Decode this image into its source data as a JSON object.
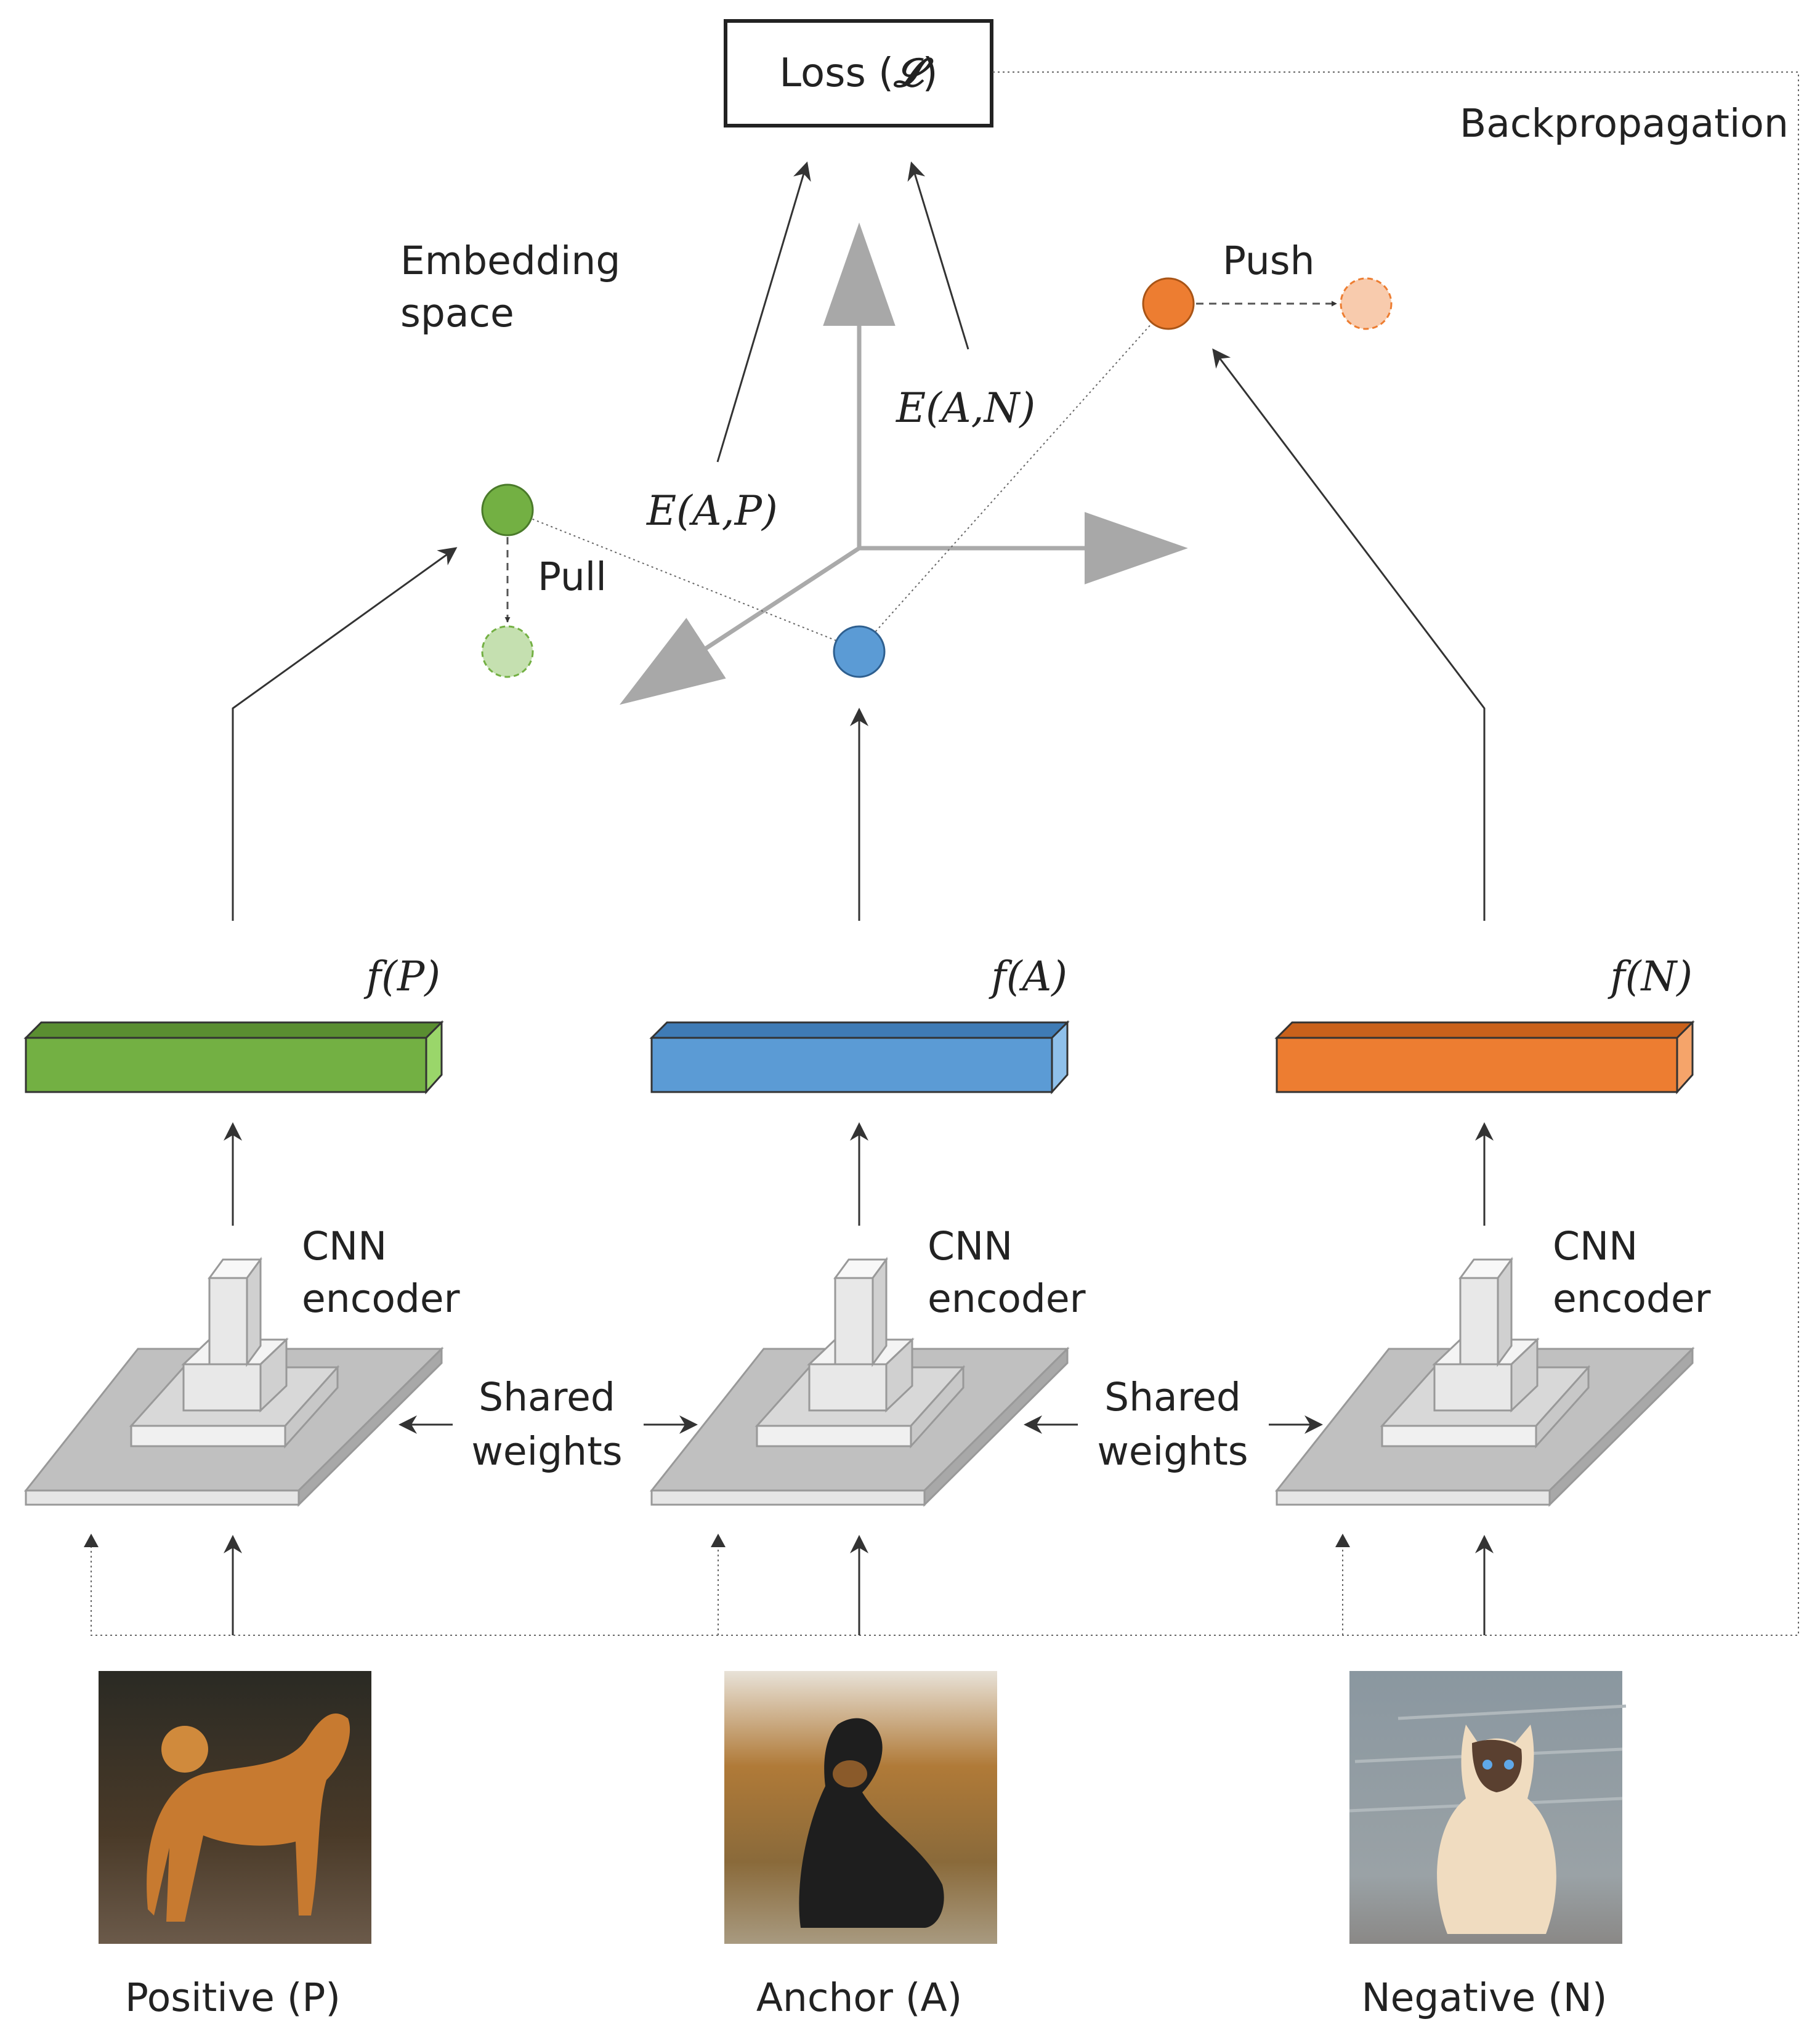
{
  "loss": {
    "text": "Loss (",
    "symbol": "𝓛",
    "close": ")"
  },
  "backprop_label": "Backpropagation",
  "embedding_space": {
    "line1": "Embedding",
    "line2": "space"
  },
  "push_label": "Push",
  "pull_label": "Pull",
  "distances": {
    "ap": "E(A,P)",
    "an": "E(A,N)"
  },
  "features": {
    "p": "f(P)",
    "a": "f(A)",
    "n": "f(N)"
  },
  "encoder": {
    "line1": "CNN",
    "line2": "encoder"
  },
  "shared": {
    "line1": "Shared",
    "line2": "weights"
  },
  "inputs": {
    "p": "Positive (P)",
    "a": "Anchor (A)",
    "n": "Negative (N)"
  },
  "colors": {
    "positive": "#73b043",
    "positive_side": "#5a8e31",
    "anchor": "#5b9bd5",
    "anchor_side": "#3f7bb5",
    "negative": "#ed7d31",
    "negative_side": "#c9611b",
    "encoder_base": "#c0c0c0",
    "encoder_block": "#e6e6e6"
  },
  "icons": {
    "positive_photo": "dog-photo",
    "anchor_photo": "dog-photo",
    "negative_photo": "cat-photo"
  }
}
